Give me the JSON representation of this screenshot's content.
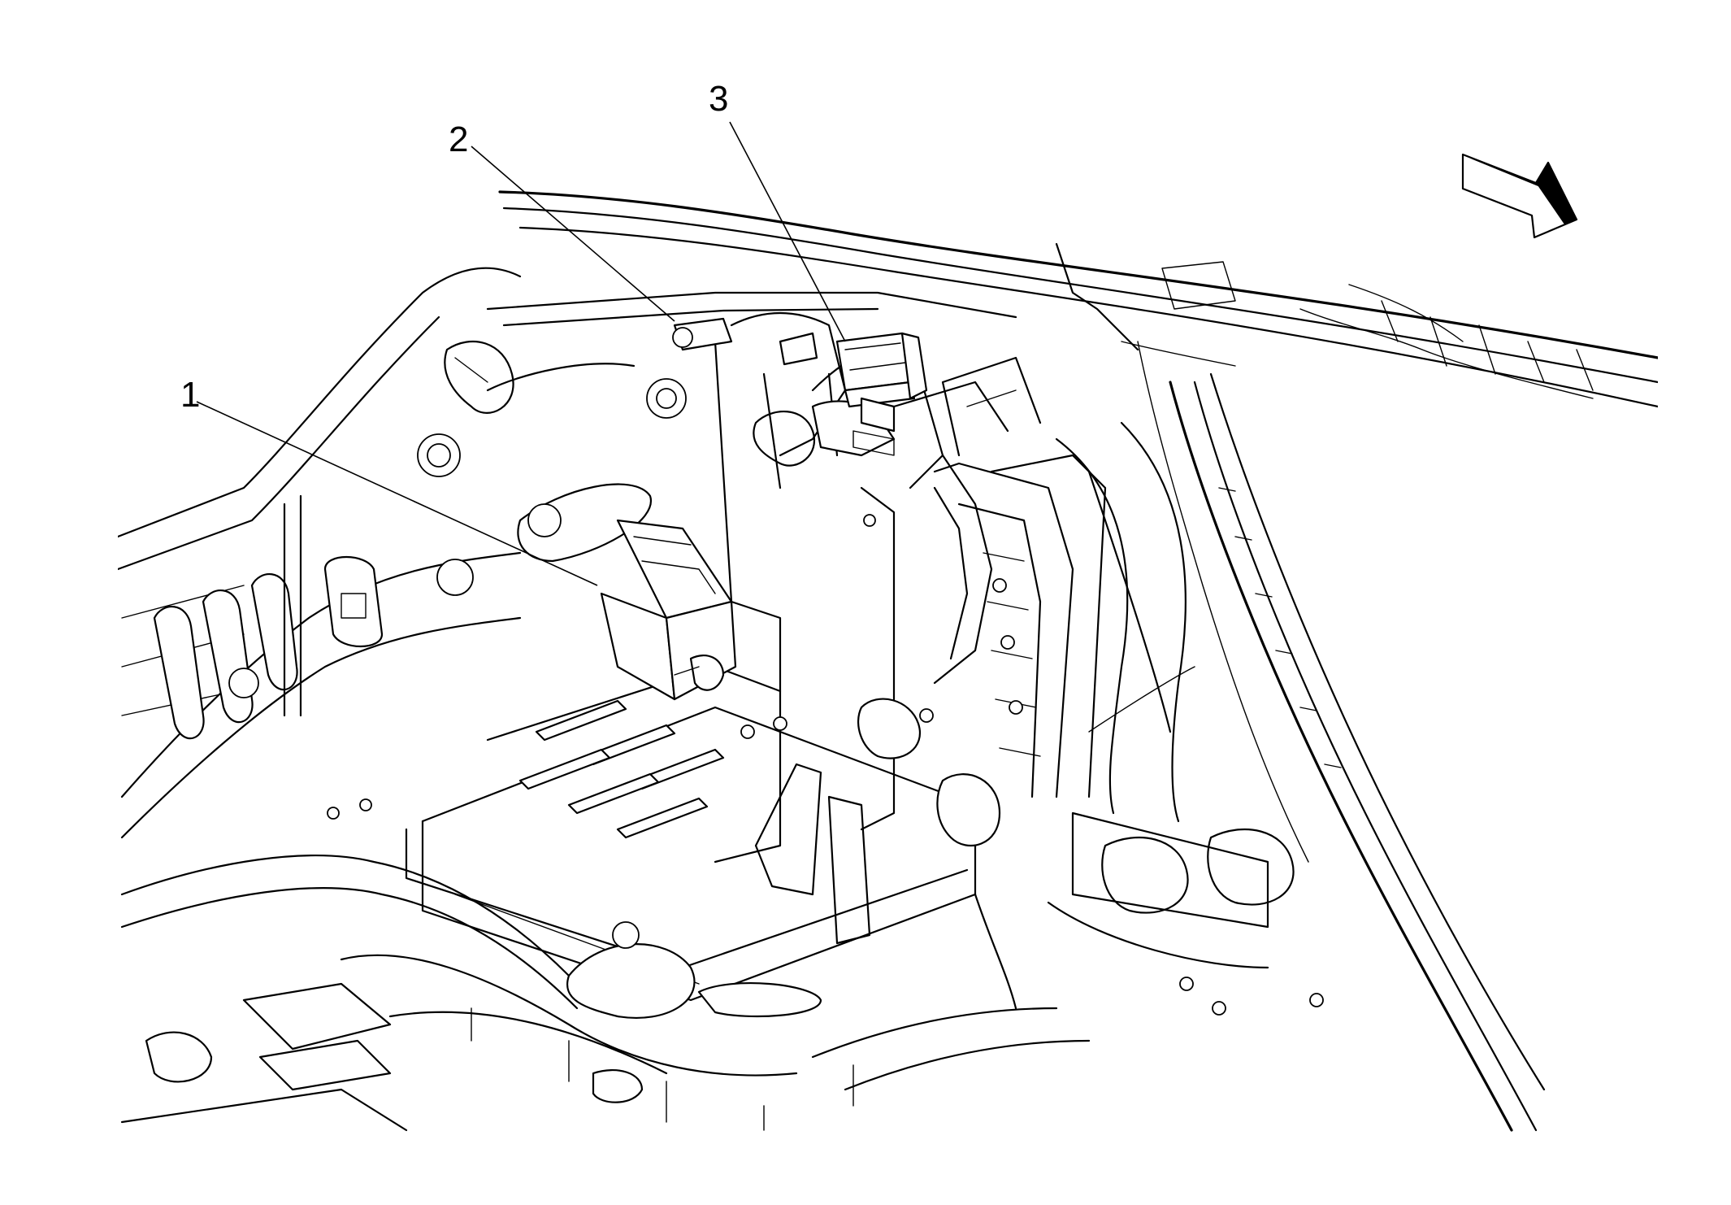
{
  "diagram": {
    "callouts": [
      {
        "id": "1",
        "text": "1"
      },
      {
        "id": "2",
        "text": "2"
      },
      {
        "id": "3",
        "text": "3"
      }
    ],
    "direction_arrow": {
      "icon": "front-direction-arrow-icon"
    },
    "colors": {
      "line": "#000000",
      "background": "#ffffff"
    }
  }
}
